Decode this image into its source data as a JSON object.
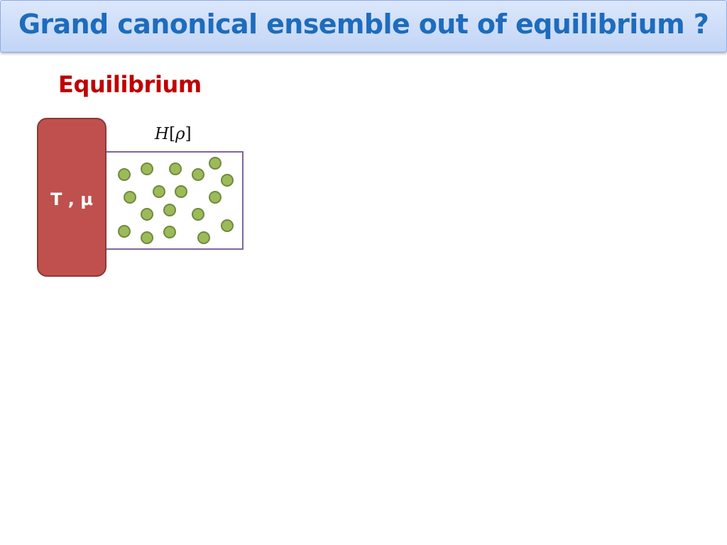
{
  "slide": {
    "title": "Grand canonical ensemble out of equilibrium ?",
    "section_heading": "Equilibrium"
  },
  "diagram": {
    "reservoir_label": "T , µ",
    "hamiltonian": {
      "symbol": "H",
      "open_bracket": "[",
      "argument": "ρ",
      "close_bracket": "]"
    },
    "particle_count": 19,
    "colors": {
      "title_text": "#1d6cbd",
      "title_bar": "#c9daf8",
      "heading": "#c00000",
      "reservoir_fill": "#c0504d",
      "reservoir_border": "#8c3836",
      "box_border": "#8064a2",
      "particle_fill": "#9bbb59",
      "particle_border": "#71893f"
    }
  }
}
